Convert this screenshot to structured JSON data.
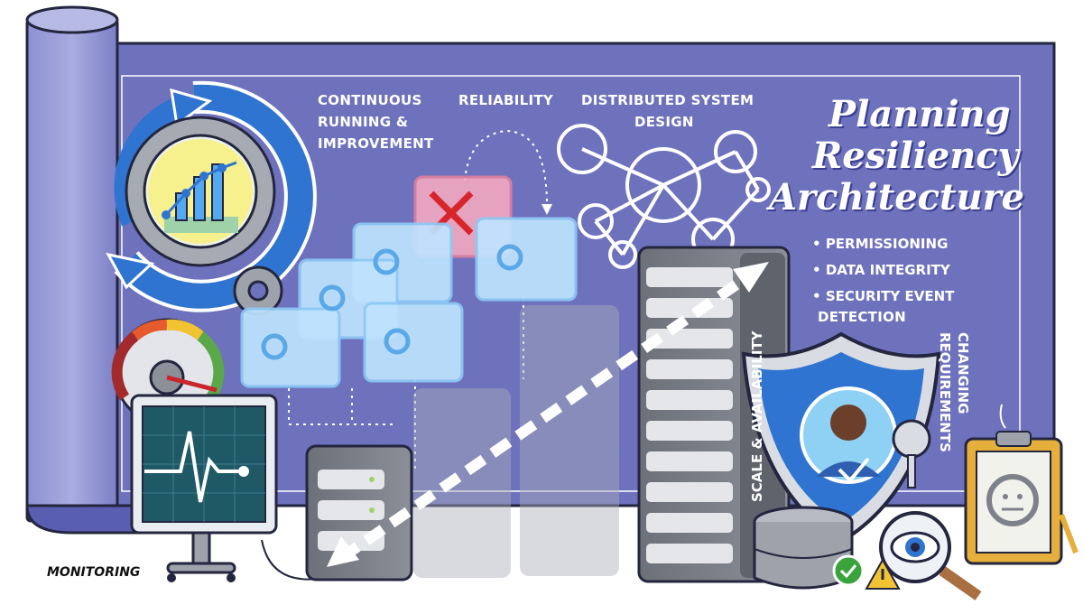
{
  "diagram": {
    "title_lines": [
      "Planning",
      "Resiliency",
      "Architecture"
    ],
    "labels": {
      "continuous": [
        "CONTINUOUS",
        "RUNNING &",
        "IMPROVEMENT"
      ],
      "reliability": "RELIABILITY",
      "distributed": [
        "DISTRIBUTED SYSTEM",
        "DESIGN"
      ],
      "scale": "SCALE & AVAILABILITY",
      "changing": [
        "CHANGING",
        "REQUIREMENTS"
      ],
      "monitoring": "MONITORING"
    },
    "bullets": [
      "PERMISSIONING",
      "DATA INTEGRITY",
      "SECURITY EVENT",
      "DETECTION"
    ],
    "colors": {
      "blueprint": "#6e72bd",
      "blueprint_dark": "#5a5fae",
      "server": "#7b7f88",
      "accent_blue": "#2f74d0",
      "gold": "#e6ae3a",
      "error_red": "#d6262c",
      "ok_green": "#3aa33b"
    }
  }
}
